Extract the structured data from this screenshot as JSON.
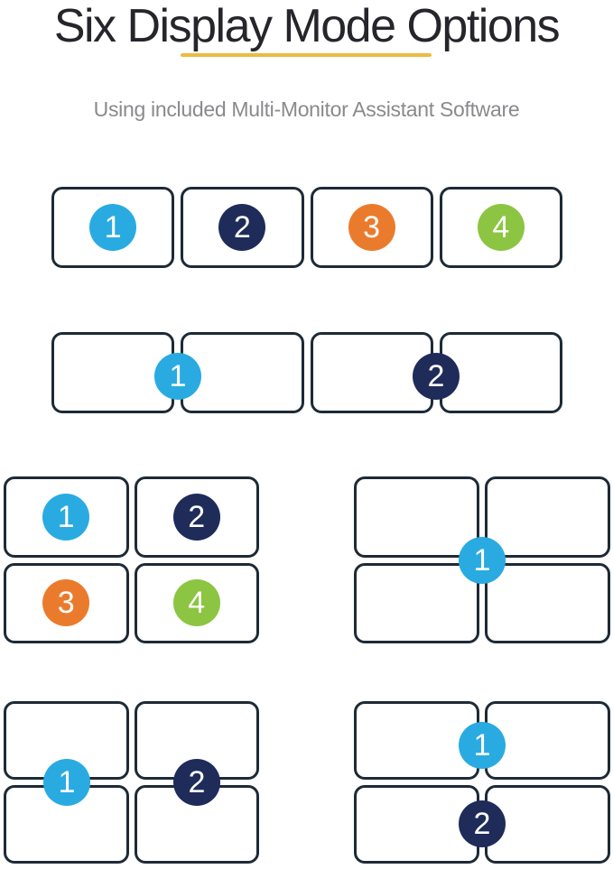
{
  "header": {
    "title": "Six Display Mode Options",
    "subtitle": "Using included Multi-Monitor Assistant Software"
  },
  "colors": {
    "display1_cyan": "#29ABE2",
    "display2_navy": "#1F2C5A",
    "display3_orange": "#EB7B2C",
    "display4_green": "#8CC542",
    "monitor_border": "#1E2A36",
    "title_text": "#26252B",
    "subtitle_text": "#8A8A8E",
    "underline_gold": "#EDBA41",
    "background": "#FFFFFF"
  },
  "modes": [
    {
      "name": "four-independent-displays-1x4",
      "grid": "1x4",
      "badges": [
        {
          "label": "1",
          "color": "#29ABE2"
        },
        {
          "label": "2",
          "color": "#1F2C5A"
        },
        {
          "label": "3",
          "color": "#EB7B2C"
        },
        {
          "label": "4",
          "color": "#8CC542"
        }
      ]
    },
    {
      "name": "two-displays-each-spanning-two-monitors-1x4",
      "grid": "1x4",
      "badges": [
        {
          "label": "1",
          "color": "#29ABE2"
        },
        {
          "label": "2",
          "color": "#1F2C5A"
        }
      ]
    },
    {
      "name": "four-independent-displays-2x2",
      "grid": "2x2",
      "badges": [
        {
          "label": "1",
          "color": "#29ABE2"
        },
        {
          "label": "2",
          "color": "#1F2C5A"
        },
        {
          "label": "3",
          "color": "#EB7B2C"
        },
        {
          "label": "4",
          "color": "#8CC542"
        }
      ]
    },
    {
      "name": "one-display-spanning-all-four-2x2",
      "grid": "2x2",
      "badges": [
        {
          "label": "1",
          "color": "#29ABE2"
        }
      ]
    },
    {
      "name": "two-displays-each-spanning-column-2x2",
      "grid": "2x2",
      "badges": [
        {
          "label": "1",
          "color": "#29ABE2"
        },
        {
          "label": "2",
          "color": "#1F2C5A"
        }
      ]
    },
    {
      "name": "two-displays-each-spanning-row-2x2",
      "grid": "2x2",
      "badges": [
        {
          "label": "1",
          "color": "#29ABE2"
        },
        {
          "label": "2",
          "color": "#1F2C5A"
        }
      ]
    }
  ]
}
